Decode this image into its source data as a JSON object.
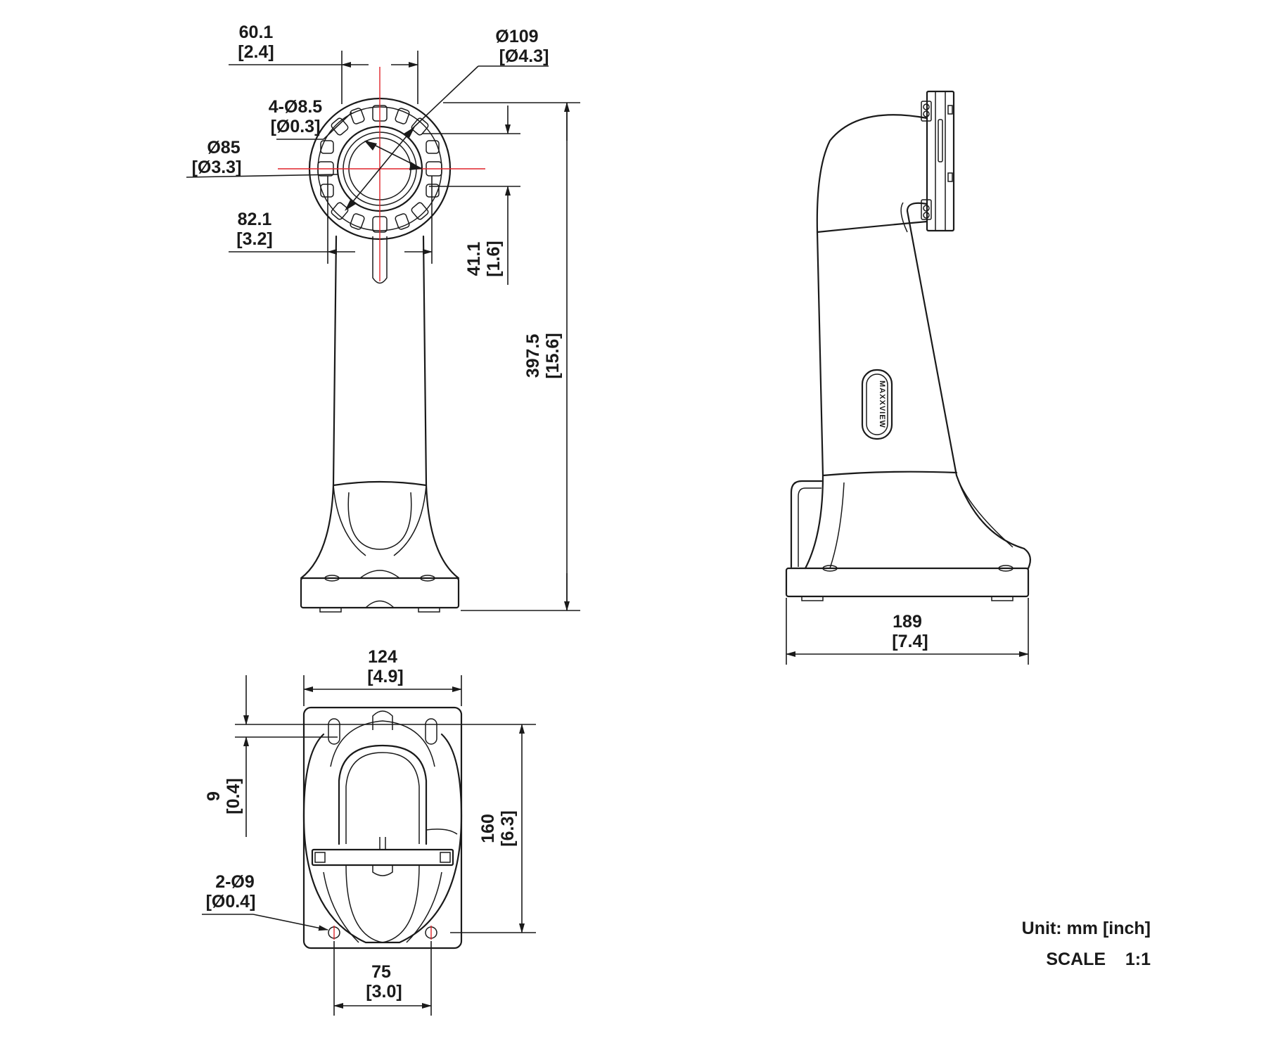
{
  "dimensions": {
    "d60_1": {
      "mm": "60.1",
      "inch": "[2.4]"
    },
    "d109": {
      "mm": "Ø109",
      "inch": "[Ø4.3]"
    },
    "holes4": {
      "mm": "4-Ø8.5",
      "inch": "[Ø0.3]"
    },
    "d85": {
      "mm": "Ø85",
      "inch": "[Ø3.3]"
    },
    "d82_1": {
      "mm": "82.1",
      "inch": "[3.2]"
    },
    "d41_1": {
      "mm": "41.1",
      "inch": "[1.6]"
    },
    "d397_5": {
      "mm": "397.5",
      "inch": "[15.6]"
    },
    "d189": {
      "mm": "189",
      "inch": "[7.4]"
    },
    "d124": {
      "mm": "124",
      "inch": "[4.9]"
    },
    "d9": {
      "mm": "9",
      "inch": "[0.4]"
    },
    "d160": {
      "mm": "160",
      "inch": "[6.3]"
    },
    "holes2": {
      "mm": "2-Ø9",
      "inch": "[Ø0.4]"
    },
    "d75": {
      "mm": "75",
      "inch": "[3.0]"
    }
  },
  "brand_mark": "MAXXVIEW",
  "notes": {
    "unit": "Unit: mm [inch]",
    "scale": "SCALE    1:1"
  },
  "colors": {
    "line": "#1a1a1a",
    "centerline": "#e0242a",
    "background": "#ffffff"
  }
}
